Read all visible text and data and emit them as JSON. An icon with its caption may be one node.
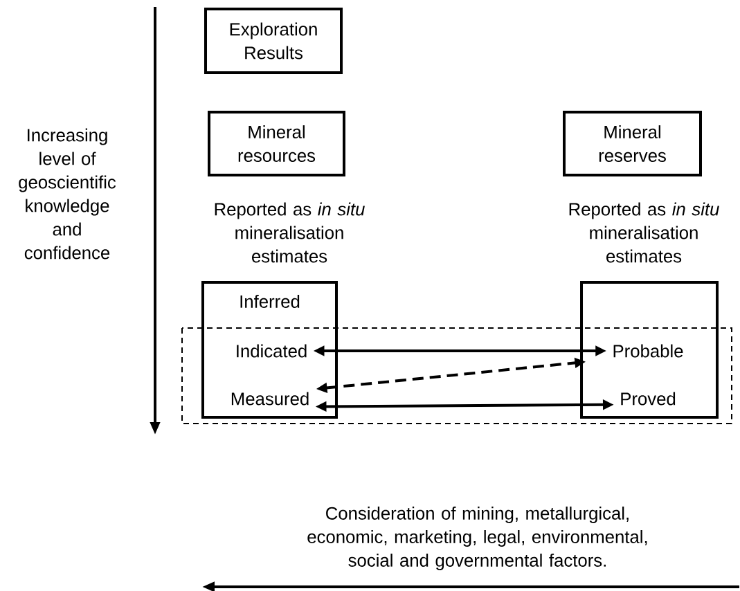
{
  "diagram": {
    "nodes": [
      {
        "text": [
          "Exploration Results"
        ]
      },
      {
        "text": [
          "Mineral resources"
        ]
      },
      {
        "text": [
          "Mineral reserves"
        ]
      },
      {
        "text": [
          "Inferred"
        ]
      },
      {
        "text": [],
        "shape": "box"
      },
      {
        "text": [
          "Indicated"
        ],
        "in": 3
      },
      {
        "text": [
          "Measured"
        ],
        "in": 3
      },
      {
        "text": [
          "Probable"
        ],
        "in": 4
      },
      {
        "text": [
          "Proved"
        ],
        "in": 4
      }
    ],
    "edges": [
      {
        "from": 5,
        "to": 7,
        "arrow": "both"
      },
      {
        "from": 6,
        "to": 7,
        "arrow": "both",
        "style": "dashed"
      },
      {
        "from": 6,
        "to": 8,
        "arrow": "both"
      }
    ],
    "labels": [
      "Increasing level of geoscientific knowledge and confidence",
      "Reported as *in situ* mineralisation estimates",
      "Reported as *in situ* mineralisation estimates",
      "Consideration of mining, metallurgical, economic, marketing, legal, environmental, social and governmental factors."
    ]
  }
}
